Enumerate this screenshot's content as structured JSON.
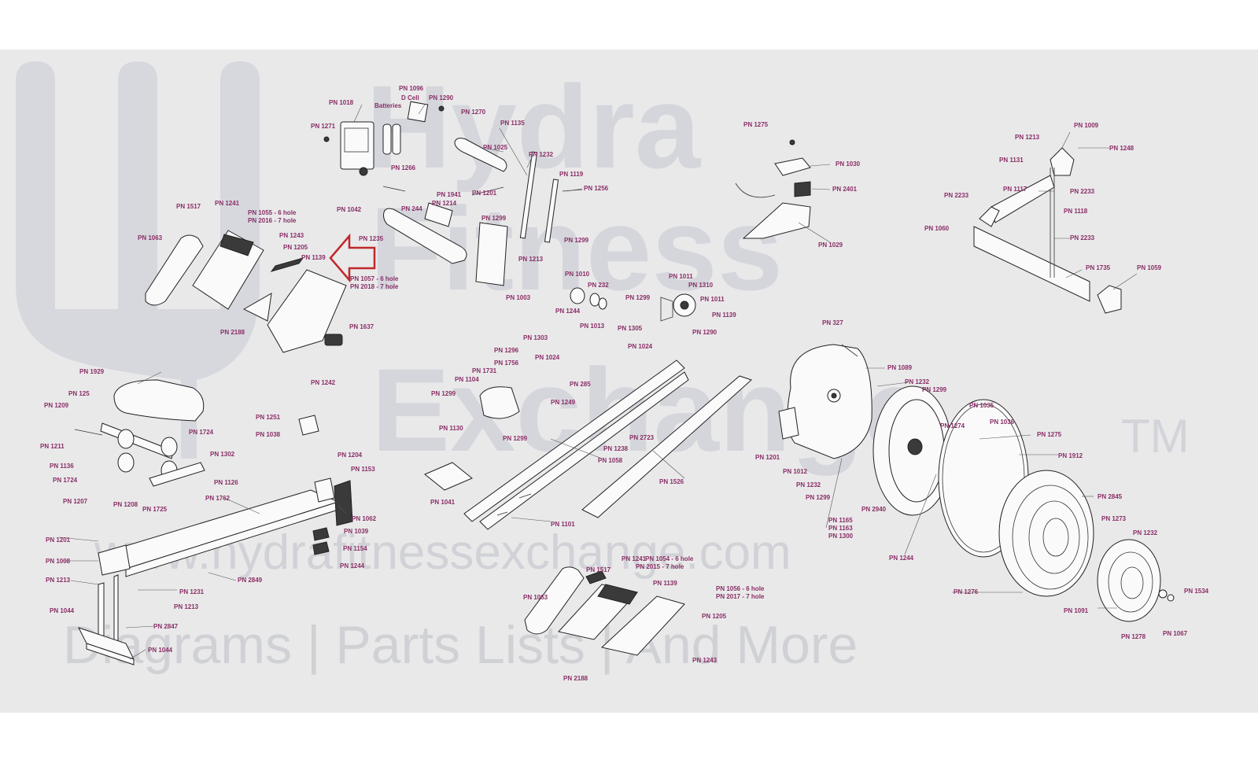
{
  "watermark": {
    "brand_line1": "Hydra",
    "brand_line2": "Fitness",
    "brand_line3": "Exchange",
    "trademark": "TM",
    "url": "www.hydrafitnessexchange.com",
    "tagline": "Diagrams | Parts Lists | And More"
  },
  "colors": {
    "label": "#8a2f66",
    "arrow": "#c0282d",
    "background": "#e9e9ea"
  },
  "callouts": [
    {
      "text": "PN 1018"
    },
    {
      "text": "PN 1096"
    },
    {
      "text": "D Cell"
    },
    {
      "text": "Batteries"
    },
    {
      "text": "PN 1290"
    },
    {
      "text": "PN 1271"
    },
    {
      "text": "PN 1270"
    },
    {
      "text": "PN 1135"
    },
    {
      "text": "PN 1025"
    },
    {
      "text": "PN 1232"
    },
    {
      "text": "PN 1266"
    },
    {
      "text": "PN 1119"
    },
    {
      "text": "PN 1941"
    },
    {
      "text": "PN 1201"
    },
    {
      "text": "PN 1256"
    },
    {
      "text": "PN 1214"
    },
    {
      "text": "PN 1042"
    },
    {
      "text": "PN 244"
    },
    {
      "text": "PN 1299"
    },
    {
      "text": "PN 1235"
    },
    {
      "text": "PN 1299"
    },
    {
      "text": "PN 1213"
    },
    {
      "text": "PN 1003"
    },
    {
      "text": "PN 1517"
    },
    {
      "text": "PN 1241"
    },
    {
      "text": "PN 1055 - 6 hole"
    },
    {
      "text": "PN 2016 - 7 hole"
    },
    {
      "text": "PN 1063"
    },
    {
      "text": "PN 1243"
    },
    {
      "text": "PN 1205"
    },
    {
      "text": "PN 1139"
    },
    {
      "text": "PN 1057 - 6 hole"
    },
    {
      "text": "PN 2018 - 7 hole"
    },
    {
      "text": "PN 2188"
    },
    {
      "text": "PN 1637"
    },
    {
      "text": "PN 1242"
    },
    {
      "text": "PN 1275"
    },
    {
      "text": "PN 1030"
    },
    {
      "text": "PN 2401"
    },
    {
      "text": "PN 1029"
    },
    {
      "text": "PN 1009"
    },
    {
      "text": "PN 1213"
    },
    {
      "text": "PN 1248"
    },
    {
      "text": "PN 1131"
    },
    {
      "text": "PN 2233"
    },
    {
      "text": "PN 1117"
    },
    {
      "text": "PN 2233"
    },
    {
      "text": "PN 1118"
    },
    {
      "text": "PN 1060"
    },
    {
      "text": "PN 2233"
    },
    {
      "text": "PN 1735"
    },
    {
      "text": "PN 1059"
    },
    {
      "text": "PN 1010"
    },
    {
      "text": "PN 232"
    },
    {
      "text": "PN 1244"
    },
    {
      "text": "PN 1013"
    },
    {
      "text": "PN 1011"
    },
    {
      "text": "PN 1310"
    },
    {
      "text": "PN 1299"
    },
    {
      "text": "PN 1011"
    },
    {
      "text": "PN 1139"
    },
    {
      "text": "PN 1305"
    },
    {
      "text": "PN 1290"
    },
    {
      "text": "PN 1024"
    },
    {
      "text": "PN 327"
    },
    {
      "text": "PN 1089"
    },
    {
      "text": "PN 1232"
    },
    {
      "text": "PN 1299"
    },
    {
      "text": "PN 1035"
    },
    {
      "text": "PN 1274"
    },
    {
      "text": "PN 1036"
    },
    {
      "text": "PN 1275"
    },
    {
      "text": "PN 1912"
    },
    {
      "text": "PN 1201"
    },
    {
      "text": "PN 1012"
    },
    {
      "text": "PN 1232"
    },
    {
      "text": "PN 1299"
    },
    {
      "text": "PN 2940"
    },
    {
      "text": "PN 1165"
    },
    {
      "text": "PN 1163"
    },
    {
      "text": "PN 1300"
    },
    {
      "text": "PN 2845"
    },
    {
      "text": "PN 1273"
    },
    {
      "text": "PN 1232"
    },
    {
      "text": "PN 1244"
    },
    {
      "text": "PN 1276"
    },
    {
      "text": "PN 1534"
    },
    {
      "text": "PN 1091"
    },
    {
      "text": "PN 1278"
    },
    {
      "text": "PN 1067"
    },
    {
      "text": "PN 1303"
    },
    {
      "text": "PN 1296"
    },
    {
      "text": "PN 1024"
    },
    {
      "text": "PN 1756"
    },
    {
      "text": "PN 1731"
    },
    {
      "text": "PN 1104"
    },
    {
      "text": "PN 285"
    },
    {
      "text": "PN 1299"
    },
    {
      "text": "PN 1249"
    },
    {
      "text": "PN 1130"
    },
    {
      "text": "PN 1299"
    },
    {
      "text": "PN 2723"
    },
    {
      "text": "PN 1238"
    },
    {
      "text": "PN 1058"
    },
    {
      "text": "PN 1526"
    },
    {
      "text": "PN 1041"
    },
    {
      "text": "PN 1101"
    },
    {
      "text": "PN 1929"
    },
    {
      "text": "PN 125"
    },
    {
      "text": "PN 1209"
    },
    {
      "text": "PN 1724"
    },
    {
      "text": "PN 1211"
    },
    {
      "text": "PN 1302"
    },
    {
      "text": "PN 1136"
    },
    {
      "text": "PN 1724"
    },
    {
      "text": "PN 1126"
    },
    {
      "text": "PN 1207"
    },
    {
      "text": "PN 1208"
    },
    {
      "text": "PN 1725"
    },
    {
      "text": "PN 1762"
    },
    {
      "text": "PN 1251"
    },
    {
      "text": "PN 1038"
    },
    {
      "text": "PN 1204"
    },
    {
      "text": "PN 1153"
    },
    {
      "text": "PN 1062"
    },
    {
      "text": "PN 1039"
    },
    {
      "text": "PN 1154"
    },
    {
      "text": "PN 1244"
    },
    {
      "text": "PN 1201"
    },
    {
      "text": "PN 1008"
    },
    {
      "text": "PN 1213"
    },
    {
      "text": "PN 2849"
    },
    {
      "text": "PN 1231"
    },
    {
      "text": "PN 1044"
    },
    {
      "text": "PN 1213"
    },
    {
      "text": "PN 2847"
    },
    {
      "text": "PN 1044"
    },
    {
      "text": "PN 1241"
    },
    {
      "text": "PN 1517"
    },
    {
      "text": "PN 1054 - 6 hole"
    },
    {
      "text": "PN 2015 - 7 hole"
    },
    {
      "text": "PN 1139"
    },
    {
      "text": "PN 1063"
    },
    {
      "text": "PN 1056 - 6 hole"
    },
    {
      "text": "PN 2017 - 7 hole"
    },
    {
      "text": "PN 1205"
    },
    {
      "text": "PN 1243"
    },
    {
      "text": "PN 2188"
    }
  ]
}
